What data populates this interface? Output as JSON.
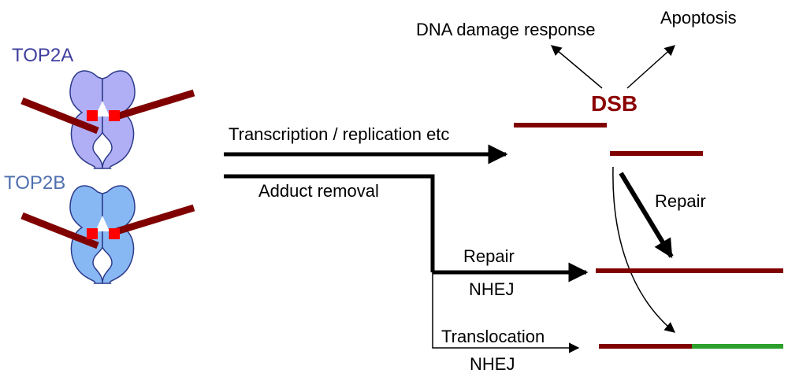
{
  "labels": {
    "top2a": "TOP2A",
    "top2b": "TOP2B",
    "dna_damage_response": "DNA damage response",
    "apoptosis": "Apoptosis",
    "dsb": "DSB",
    "transcription_replication": "Transcription / replication etc",
    "adduct_removal": "Adduct removal",
    "repair_dsb": "Repair",
    "repair_nhej_top": "Repair",
    "nhej_1": "NHEJ",
    "translocation": "Translocation",
    "nhej_2": "NHEJ"
  },
  "colors": {
    "top2a_fill": "#b0aef5",
    "top2b_fill": "#88b8f4",
    "enzyme_stroke": "#2c3a8a",
    "top2a_text": "#3f3f9f",
    "top2b_text": "#4f6fb0",
    "dna": "#800000",
    "adduct": "#ff0000",
    "dsb_text": "#8b0000",
    "arrow": "#000000",
    "translocated_segment": "#2ca02c"
  }
}
